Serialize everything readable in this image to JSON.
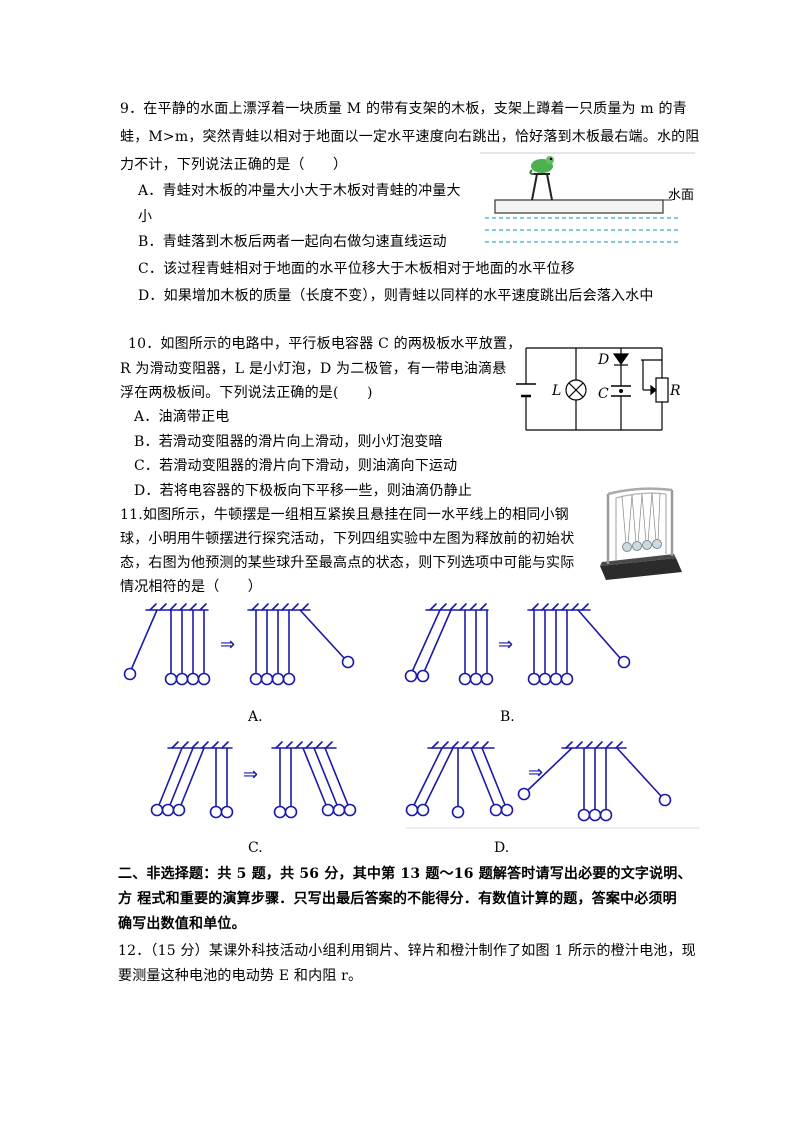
{
  "q9": {
    "line1": "9．在平静的水面上漂浮着一块质量 M 的带有支架的木板，支架上蹲着一只质量为 m 的青",
    "line2": "蛙，M>m，突然青蛙以相对于地面以一定水平速度向右跳出，恰好落到木板最右端。水的阻",
    "line3": "力不计，下列说法正确的是（　　）",
    "optA1": "A．青蛙对木板的冲量大小大于木板对青蛙的冲量大",
    "optA2": "小",
    "optB": "B．青蛙落到木板后两者一起向右做匀速直线运动",
    "optC": "C．该过程青蛙相对于地面的水平位移大于木板相对于地面的水平位移",
    "optD": "D．如果增加木板的质量（长度不变），则青蛙以同样的水平速度跳出后会落入水中",
    "fig_label": "水面"
  },
  "q10": {
    "line1": "10．如图所示的电路中，平行板电容器 C 的两极板水平放置，",
    "line2": "R 为滑动变阻器，L 是小灯泡，D 为二极管，有一带电油滴悬",
    "line3": "浮在两极板间。下列说法正确的是(　　)",
    "optA": "A．油滴带正电",
    "optB": "B．若滑动变阻器的滑片向上滑动，则小灯泡变暗",
    "optC": "C．若滑动变阻器的滑片向下滑动，则油滴向下运动",
    "optD": "D．若将电容器的下极板向下平移一些，则油滴仍静止",
    "labels": {
      "D": "D",
      "L": "L",
      "C": "C",
      "R": "R"
    }
  },
  "q11": {
    "line1": "11.如图所示，牛顿摆是一组相互紧挨且悬挂在同一水平线上的相同小钢",
    "line2": "球，小明用牛顿摆进行探究活动，下列四组实验中左图为释放前的初始状",
    "line3": "态，右图为他预测的某些球升至最高点的状态，则下列选项中可能与实际",
    "line4": "情况相符的是（　　）",
    "captions": {
      "A": "A.",
      "B": "B.",
      "C": "C.",
      "D": "D."
    },
    "arrow": "⇒"
  },
  "section2": {
    "line1": "二、非选择题：共 5 题，共 56 分，其中第 13 题～16 题解答时请写出必要的文字说明、",
    "line2": "方 程式和重要的演算步骤．只写出最后答案的不能得分．有数值计算的题，答案中必须明",
    "line3": "确写出数值和单位。"
  },
  "q12": {
    "line1": "12．（15 分）某课外科技活动小组利用铜片、锌片和橙汁制作了如图 1 所示的橙汁电池，现",
    "line2": "要测量这种电池的电动势 E 和内阻 r。"
  },
  "colors": {
    "ink": "#000000",
    "pendulum": "#1a1aa8",
    "water": "#3aa7d8",
    "frog": "#4caf50"
  }
}
